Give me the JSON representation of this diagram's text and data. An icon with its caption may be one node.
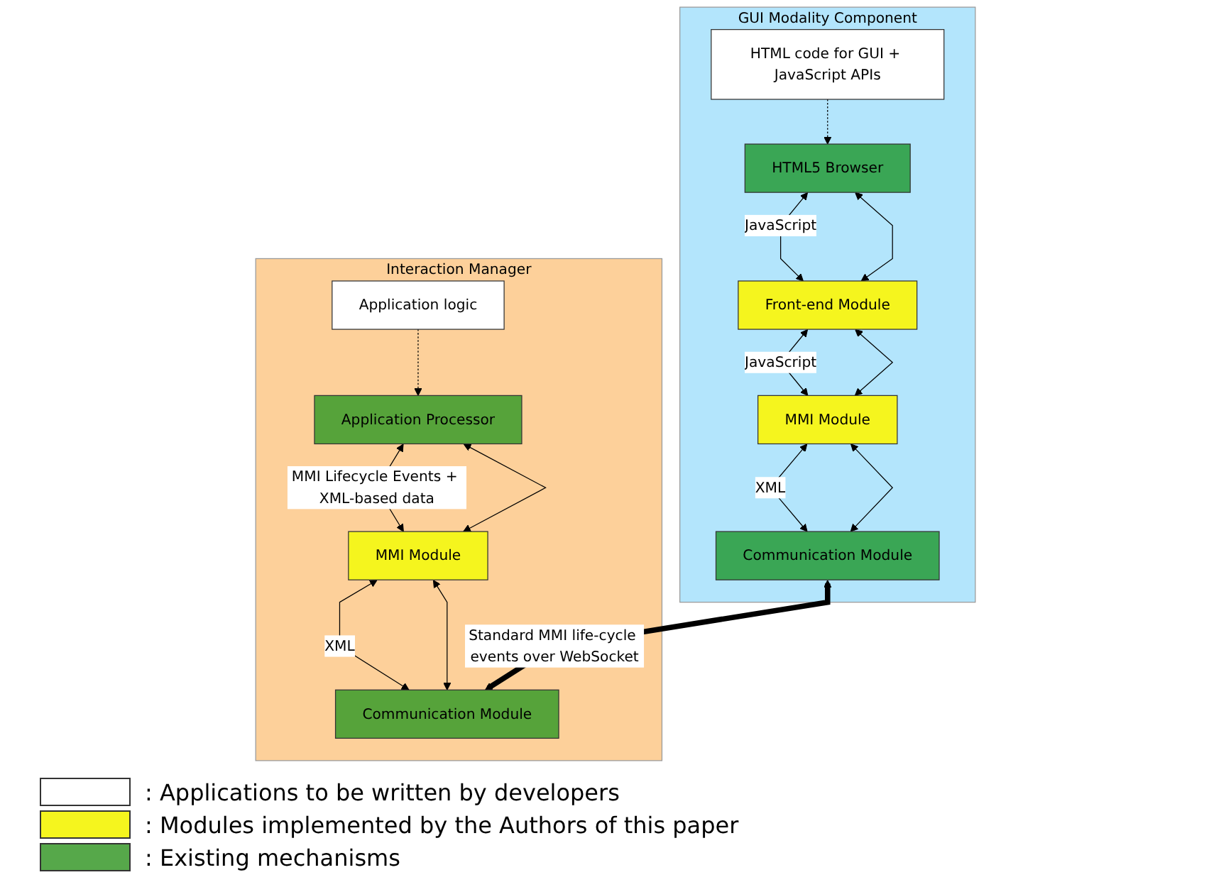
{
  "diagram": {
    "nodes": [
      {
        "text": [
          "GUI Modality Component"
        ]
      },
      {
        "text": [
          "HTML code for GUI + JavaScript APIs"
        ],
        "in": 0
      },
      {
        "text": [
          "HTML5 Browser"
        ],
        "in": 0
      },
      {
        "text": [
          "Front-end Module"
        ],
        "in": 0
      },
      {
        "text": [
          "MMI Module"
        ],
        "in": 0
      },
      {
        "text": [
          "Communication Module"
        ],
        "in": 0
      },
      {
        "text": [
          "Interaction Manager"
        ]
      },
      {
        "text": [
          "Application logic"
        ],
        "in": 6
      },
      {
        "text": [
          "Application Processor"
        ],
        "in": 6
      },
      {
        "text": [
          "MMI Module"
        ],
        "in": 6
      },
      {
        "text": [
          "Communication Module"
        ],
        "in": 6
      }
    ],
    "edges": [
      {
        "from": 1,
        "to": 2,
        "arrow": "to",
        "style": "dashed"
      },
      {
        "from": 2,
        "to": 3,
        "arrow": "both",
        "label": "JavaScript"
      },
      {
        "from": 2,
        "to": 3,
        "arrow": "both"
      },
      {
        "from": 3,
        "to": 4,
        "arrow": "both",
        "label": "JavaScript"
      },
      {
        "from": 3,
        "to": 4,
        "arrow": "both"
      },
      {
        "from": 4,
        "to": 5,
        "arrow": "both",
        "label": "XML"
      },
      {
        "from": 4,
        "to": 5,
        "arrow": "both"
      },
      {
        "from": 7,
        "to": 8,
        "arrow": "to",
        "style": "dashed"
      },
      {
        "from": 8,
        "to": 9,
        "arrow": "both",
        "label": "MMI Lifecycle Events + XML-based data"
      },
      {
        "from": 8,
        "to": 9,
        "arrow": "both"
      },
      {
        "from": 9,
        "to": 10,
        "arrow": "both",
        "label": "XML"
      },
      {
        "from": 9,
        "to": 10,
        "arrow": "both"
      },
      {
        "from": 5,
        "to": 10,
        "arrow": "both",
        "style": "thick",
        "label": "Standard MMI life-cycle events over WebSocket"
      }
    ],
    "legend": [
      {
        "text": ": Applications to be written by developers",
        "color": "#ffffff"
      },
      {
        "text": ": Modules implemented by the Authors of this paper",
        "color": "#f5f51e"
      },
      {
        "text": ": Existing mechanisms",
        "color": "#56a84a"
      }
    ]
  }
}
